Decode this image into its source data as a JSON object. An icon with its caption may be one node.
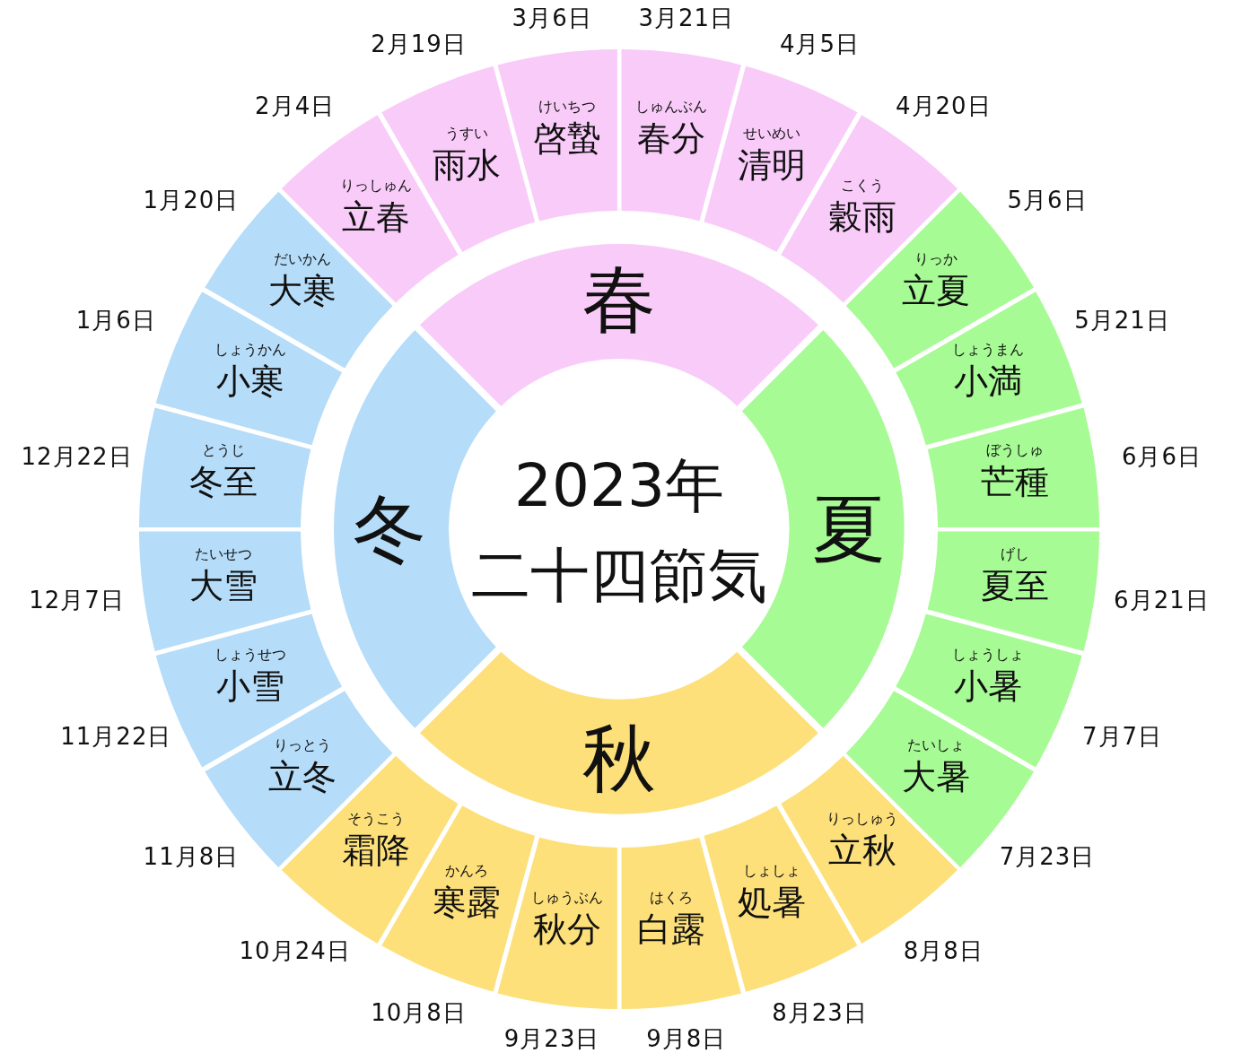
{
  "diagram": {
    "nodes": [
      {
        "text": [
          "春"
        ]
      },
      {
        "text": [
          "夏"
        ]
      },
      {
        "text": [
          "秋"
        ]
      },
      {
        "text": [
          "冬"
        ]
      },
      {
        "text": [
          "2023年",
          "二十四節気"
        ]
      },
      {
        "text": [
          "りっしゅん",
          "立春"
        ],
        "beside": [
          "2月4日"
        ]
      },
      {
        "text": [
          "うすい",
          "雨水"
        ],
        "beside": [
          "2月19日"
        ]
      },
      {
        "text": [
          "けいちつ",
          "啓蟄"
        ],
        "beside": [
          "3月6日"
        ]
      },
      {
        "text": [
          "しゅんぶん",
          "春分"
        ],
        "beside": [
          "3月21日"
        ]
      },
      {
        "text": [
          "せいめい",
          "清明"
        ],
        "beside": [
          "4月5日"
        ]
      },
      {
        "text": [
          "こくう",
          "穀雨"
        ],
        "beside": [
          "4月20日"
        ]
      },
      {
        "text": [
          "りっか",
          "立夏"
        ],
        "beside": [
          "5月6日"
        ]
      },
      {
        "text": [
          "しょうまん",
          "小満"
        ],
        "beside": [
          "5月21日"
        ]
      },
      {
        "text": [
          "ぼうしゅ",
          "芒種"
        ],
        "beside": [
          "6月6日"
        ]
      },
      {
        "text": [
          "げし",
          "夏至"
        ],
        "beside": [
          "6月21日"
        ]
      },
      {
        "text": [
          "しょうしょ",
          "小暑"
        ],
        "beside": [
          "7月7日"
        ]
      },
      {
        "text": [
          "たいしょ",
          "大暑"
        ],
        "beside": [
          "7月23日"
        ]
      },
      {
        "text": [
          "りっしゅう",
          "立秋"
        ],
        "beside": [
          "8月8日"
        ]
      },
      {
        "text": [
          "しょしょ",
          "処暑"
        ],
        "beside": [
          "8月23日"
        ]
      },
      {
        "text": [
          "はくろ",
          "白露"
        ],
        "beside": [
          "9月8日"
        ]
      },
      {
        "text": [
          "しゅうぶん",
          "秋分"
        ],
        "beside": [
          "9月23日"
        ]
      },
      {
        "text": [
          "かんろ",
          "寒露"
        ],
        "beside": [
          "10月8日"
        ]
      },
      {
        "text": [
          "そうこう",
          "霜降"
        ],
        "beside": [
          "10月24日"
        ]
      },
      {
        "text": [
          "りっとう",
          "立冬"
        ],
        "beside": [
          "11月8日"
        ]
      },
      {
        "text": [
          "しょうせつ",
          "小雪"
        ],
        "beside": [
          "11月22日"
        ]
      },
      {
        "text": [
          "たいせつ",
          "大雪"
        ],
        "beside": [
          "12月7日"
        ]
      },
      {
        "text": [
          "とうじ",
          "冬至"
        ],
        "beside": [
          "12月22日"
        ]
      },
      {
        "text": [
          "しょうかん",
          "小寒"
        ],
        "beside": [
          "1月6日"
        ]
      },
      {
        "text": [
          "だいかん",
          "大寒"
        ],
        "beside": [
          "1月20日"
        ]
      }
    ]
  }
}
